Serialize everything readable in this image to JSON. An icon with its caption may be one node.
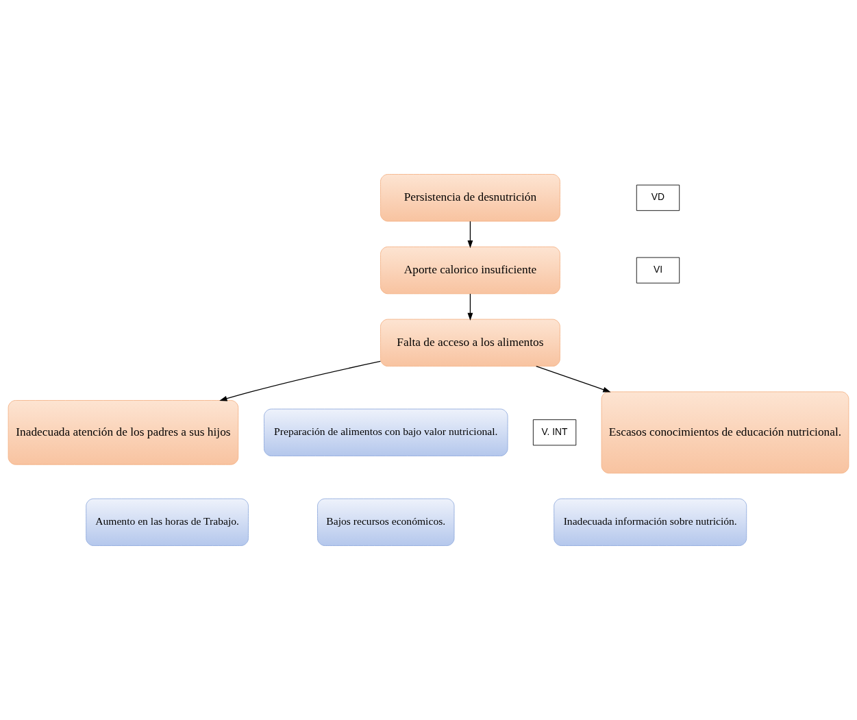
{
  "diagram": {
    "nodes": [
      {
        "text": [
          "Persistencia de desnutrición"
        ]
      },
      {
        "text": [
          "Aporte calorico insuficiente"
        ]
      },
      {
        "text": [
          "Falta de acceso a los alimentos"
        ]
      },
      {
        "text": [
          "Inadecuada atención de los padres a sus hijos"
        ]
      },
      {
        "text": [
          "Preparación de alimentos con bajo valor nutricional."
        ]
      },
      {
        "text": [
          "Escasos conocimientos de educación nutricional."
        ]
      },
      {
        "text": [
          "Aumento en las horas de Trabajo."
        ]
      },
      {
        "text": [
          "Bajos recursos económicos."
        ]
      },
      {
        "text": [
          "Inadecuada información sobre nutrición."
        ]
      },
      {
        "text": [
          "VD"
        ]
      },
      {
        "text": [
          "VI"
        ]
      },
      {
        "text": [
          "V. INT"
        ]
      }
    ],
    "edges": [
      {
        "from": 0,
        "to": 1,
        "arrow": "to"
      },
      {
        "from": 1,
        "to": 2,
        "arrow": "to"
      },
      {
        "from": 2,
        "to": 3,
        "arrow": "to"
      },
      {
        "from": 2,
        "to": 5,
        "arrow": "to"
      }
    ]
  }
}
